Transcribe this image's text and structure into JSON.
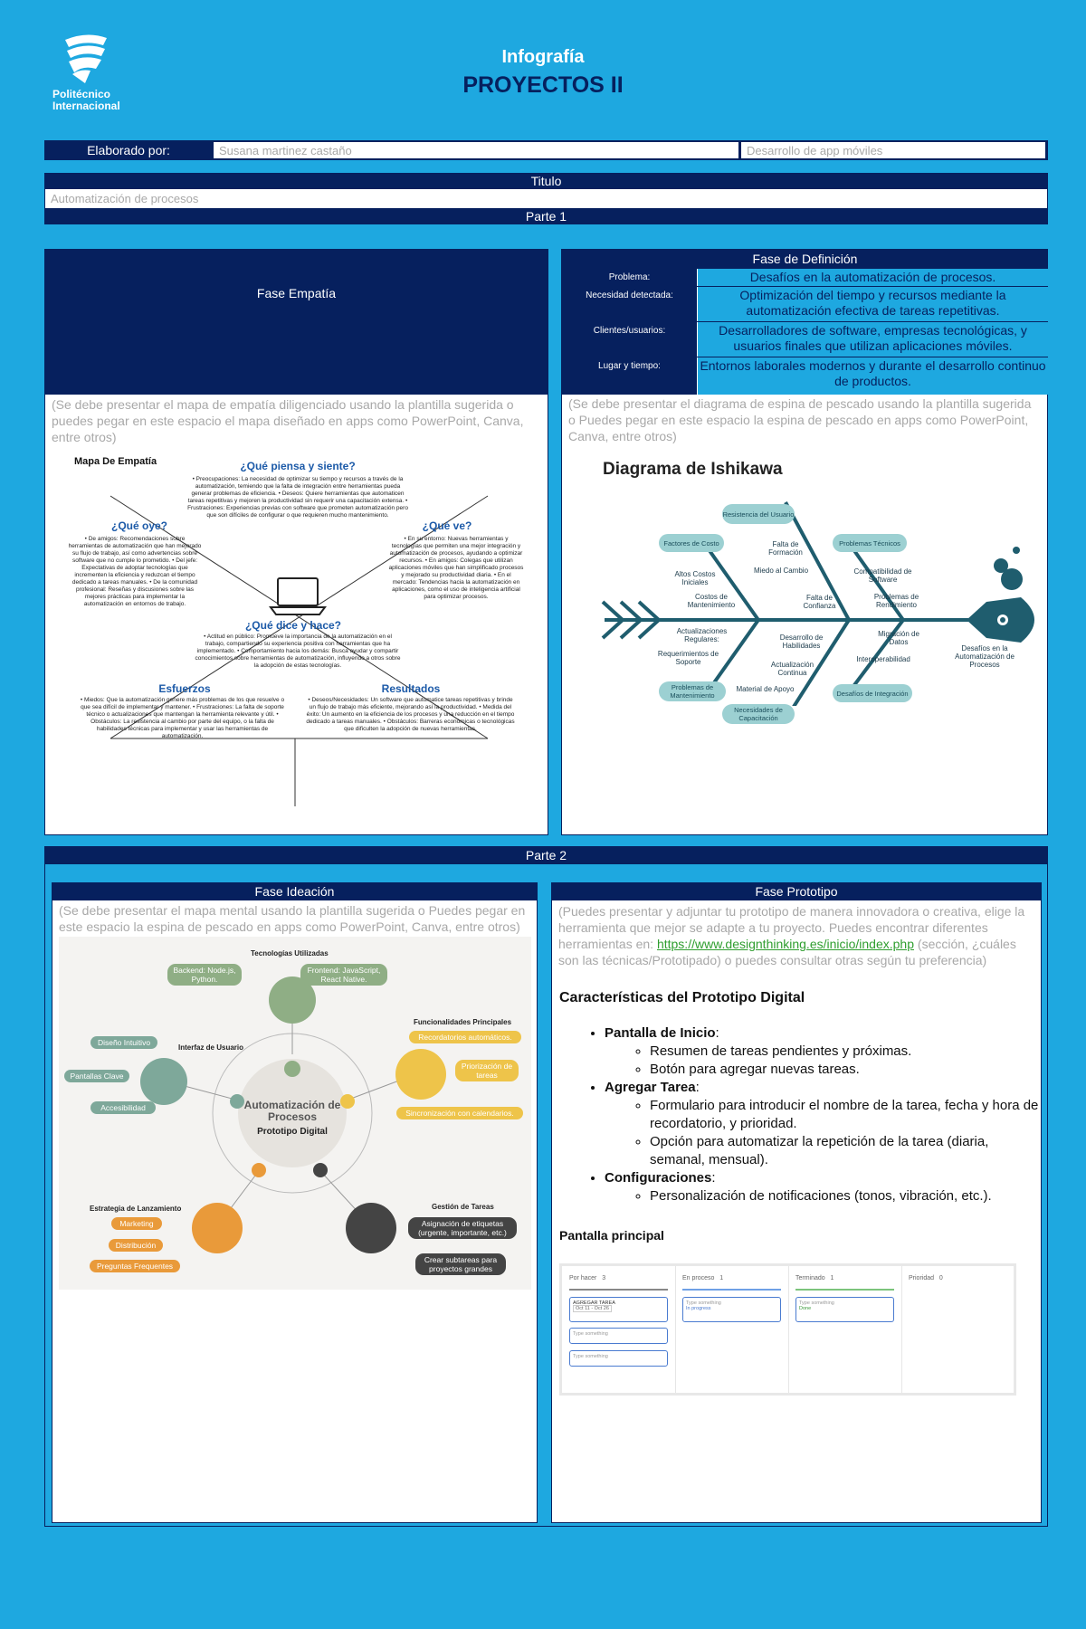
{
  "header": {
    "logo_line1": "Politécnico",
    "logo_line2": "Internacional",
    "subtitle": "Infografía",
    "title": "PROYECTOS II"
  },
  "info": {
    "elaborado_label": "Elaborado por:",
    "author": "Susana martinez castaño",
    "course": "Desarrollo de app móviles",
    "titulo_label": "Titulo",
    "titulo_value": "Automatización de procesos",
    "parte1": "Parte 1",
    "parte2": "Parte 2"
  },
  "empatia": {
    "title": "Fase Empatía",
    "hint": "(Se debe presentar el mapa de empatía diligenciado usando la plantilla sugerida o puedes pegar en este espacio el mapa diseñado en apps como PowerPoint, Canva, entre otros)",
    "map_title": "Mapa De Empatía",
    "piensa_h": "¿Qué piensa y siente?",
    "piensa_t": "• Preocupaciones: La necesidad de optimizar su tiempo y recursos a través de la automatización, temiendo que la falta de integración entre herramientas pueda generar problemas de eficiencia. • Deseos: Quiere herramientas que automaticen tareas repetitivas y mejoren la productividad sin requerir una capacitación extensa. • Frustraciones: Experiencias previas con software que prometen automatización pero que son difíciles de configurar o que requieren mucho mantenimiento.",
    "oye_h": "¿Qué oye?",
    "oye_t": "• De amigos: Recomendaciones sobre herramientas de automatización que han mejorado su flujo de trabajo, así como advertencias sobre software que no cumple lo prometido. • Del jefe: Expectativas de adoptar tecnologías que incrementen la eficiencia y reduzcan el tiempo dedicado a tareas manuales. • De la comunidad profesional: Reseñas y discusiones sobre las mejores prácticas para implementar la automatización en entornos de trabajo.",
    "ve_h": "¿Qué ve?",
    "ve_t": "• En su entorno: Nuevas herramientas y tecnologías que permiten una mejor integración y automatización de procesos, ayudando a optimizar recursos. • En amigos: Colegas que utilizan aplicaciones móviles que han simplificado procesos y mejorado su productividad diaria. • En el mercado: Tendencias hacia la automatización en aplicaciones, como el uso de inteligencia artificial para optimizar procesos.",
    "dice_h": "¿Qué dice y hace?",
    "dice_t": "• Actitud en público: Promueve la importancia de la automatización en el trabajo, compartiendo su experiencia positiva con herramientas que ha implementado. • Comportamiento hacia los demás: Busca ayudar y compartir conocimientos sobre herramientas de automatización, influyendo a otros sobre la adopción de estas tecnologías.",
    "esf_h": "Esfuerzos",
    "esf_t": "• Miedos: Que la automatización genere más problemas de los que resuelve o que sea difícil de implementar y mantener. • Frustraciones: La falta de soporte técnico o actualizaciones que mantengan la herramienta relevante y útil. • Obstáculos: La resistencia al cambio por parte del equipo, o la falta de habilidades técnicas para implementar y usar las herramientas de automatización.",
    "res_h": "Resultados",
    "res_t": "• Deseos/Necesidades: Un software que automatice tareas repetitivas y brinde un flujo de trabajo más eficiente, mejorando así la productividad. • Medida del éxito: Un aumento en la eficiencia de los procesos y una reducción en el tiempo dedicado a tareas manuales. • Obstáculos: Barreras económicas o tecnológicas que dificulten la adopción de nuevas herramientas."
  },
  "definicion": {
    "title": "Fase de Definición",
    "rows": [
      {
        "label": "Problema:",
        "value": "Desafíos en la automatización de procesos."
      },
      {
        "label": "Necesidad detectada:",
        "value": "Optimización del tiempo y recursos mediante la automatización efectiva de tareas repetitivas."
      },
      {
        "label": "Clientes/usuarios:",
        "value": "Desarrolladores de software, empresas tecnológicas, y usuarios finales que utilizan aplicaciones móviles."
      },
      {
        "label": "Lugar y tiempo:",
        "value": "Entornos laborales modernos y durante el desarrollo continuo de productos."
      }
    ],
    "hint": "(Se debe presentar el diagrama de espina de pescado usando la plantilla sugerida o Puedes pegar en este espacio la espina de pescado en apps como PowerPoint, Canva, entre otros)"
  },
  "ishikawa": {
    "title": "Diagrama de Ishikawa",
    "head": "Desafíos en la Automatización de Procesos",
    "nodes": [
      "Resistencia del Usuario",
      "Factores de Costo",
      "Problemas Técnicos",
      "Problemas de Mantenimiento",
      "Necesidades de Capacitación",
      "Desafíos de Integración"
    ],
    "causes": [
      "Falta de Formación",
      "Miedo al Cambio",
      "Altos Costos Iniciales",
      "Costos de Mantenimiento",
      "Falta de Confianza",
      "Compatibilidad de Software",
      "Problemas de Rendimiento",
      "Actualizaciones Regulares:",
      "Requerimientos de Soporte",
      "Desarrollo de Habilidades",
      "Actualización Continua",
      "Material de Apoyo",
      "Migración de Datos",
      "Interoperabilidad"
    ]
  },
  "ideacion": {
    "title": "Fase Ideación",
    "hint": "(Se debe presentar el mapa mental usando la plantilla sugerida o Puedes pegar en este espacio la espina de pescado en apps como PowerPoint, Canva, entre otros)",
    "center1": "Automatización de Procesos",
    "center2": "Prototipo Digital",
    "tec_h": "Tecnologías Utilizadas",
    "tec": [
      "Backend: Node.js, Python.",
      "Frontend: JavaScript, React Native."
    ],
    "func_h": "Funcionalidades Principales",
    "func": [
      "Recordatorios automáticos.",
      "Priorización de tareas",
      "Sincronización con calendarios."
    ],
    "ui_h": "Interfaz de Usuario",
    "ui": [
      "Diseño Intuitivo",
      "Pantallas Clave",
      "Accesibilidad"
    ],
    "lanz_h": "Estrategia de Lanzamiento",
    "lanz": [
      "Marketing",
      "Distribución",
      "Preguntas Frequentes"
    ],
    "gest_h": "Gestión de Tareas",
    "gest": [
      "Asignación de etiquetas (urgente, importante, etc.)",
      "Crear subtareas para proyectos grandes"
    ]
  },
  "prototipo": {
    "title": "Fase Prototipo",
    "hint_a": "(Puedes presentar y adjuntar tu prototipo de manera innovadora o creativa, elige la herramienta que mejor se adapte a tu proyecto. Puedes encontrar diferentes herramientas en: ",
    "link": "https://www.designthinking.es/inicio/index.php",
    "hint_b": " (sección, ¿cuáles son las técnicas/Prototipado) o puedes consultar otras según tu preferencia)",
    "heading": "Características del Prototipo Digital",
    "items": [
      {
        "label": "Pantalla de Inicio",
        "subs": [
          "Resumen de tareas pendientes y próximas.",
          "Botón para agregar nuevas tareas."
        ]
      },
      {
        "label": "Agregar Tarea",
        "subs": [
          "Formulario para introducir el nombre de la tarea, fecha y hora de recordatorio, y prioridad.",
          "Opción para automatizar la repetición de la tarea (diaria, semanal, mensual)."
        ]
      },
      {
        "label": "Configuraciones",
        "subs": [
          "Personalización de notificaciones (tonos, vibración, etc.)."
        ]
      }
    ],
    "screen_heading": "Pantalla principal",
    "kanban": [
      {
        "name": "Por hacer",
        "count": "3"
      },
      {
        "name": "En proceso",
        "count": "1"
      },
      {
        "name": "Terminado",
        "count": "1"
      },
      {
        "name": "Prioridad",
        "count": "0"
      }
    ],
    "card_task": "AGREGAR TAREA",
    "card_date": "Oct 11 - Oct 26",
    "card_placeholder": "Type something",
    "card_progress": "In progress",
    "card_done": "Done"
  },
  "colors": {
    "bg": "#1ea8e0",
    "navy": "#06205e",
    "teal": "#1f5d6e"
  }
}
